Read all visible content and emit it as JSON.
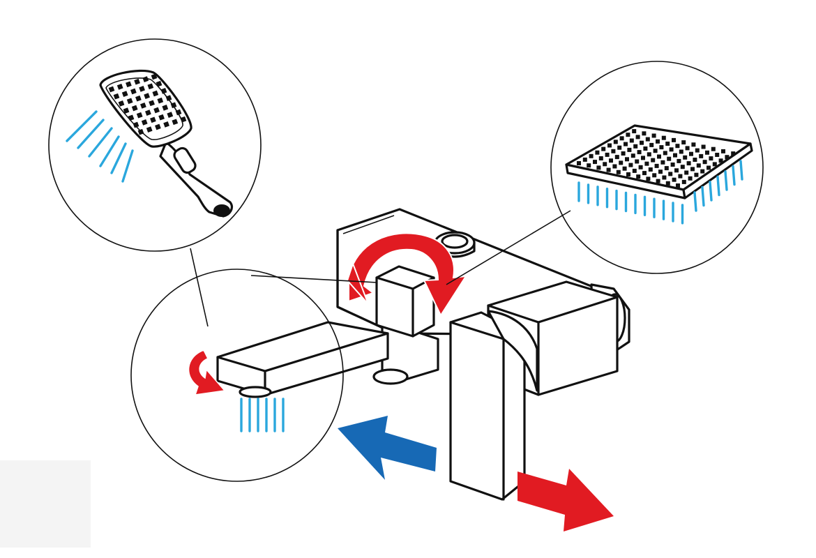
{
  "diagram": {
    "type": "bath-shower-mixer-functions",
    "callouts": [
      {
        "name": "hand-shower-outlet",
        "icon": "hand-shower-icon"
      },
      {
        "name": "overhead-shower-outlet",
        "icon": "rain-shower-icon"
      },
      {
        "name": "bath-spout-outlet",
        "icon": "swivel-spout-icon"
      }
    ],
    "colors": {
      "cold": "#1769b5",
      "hot": "#e11b22",
      "water": "#2aa7dd",
      "line": "#111111",
      "background": "#ffffff"
    },
    "indicators": {
      "diverter": "rotate-diverter-arrow-icon",
      "spout_swivel": "swivel-arrow-icon",
      "cold_water": "cold-water-arrow-icon",
      "hot_water": "hot-water-arrow-icon"
    }
  }
}
